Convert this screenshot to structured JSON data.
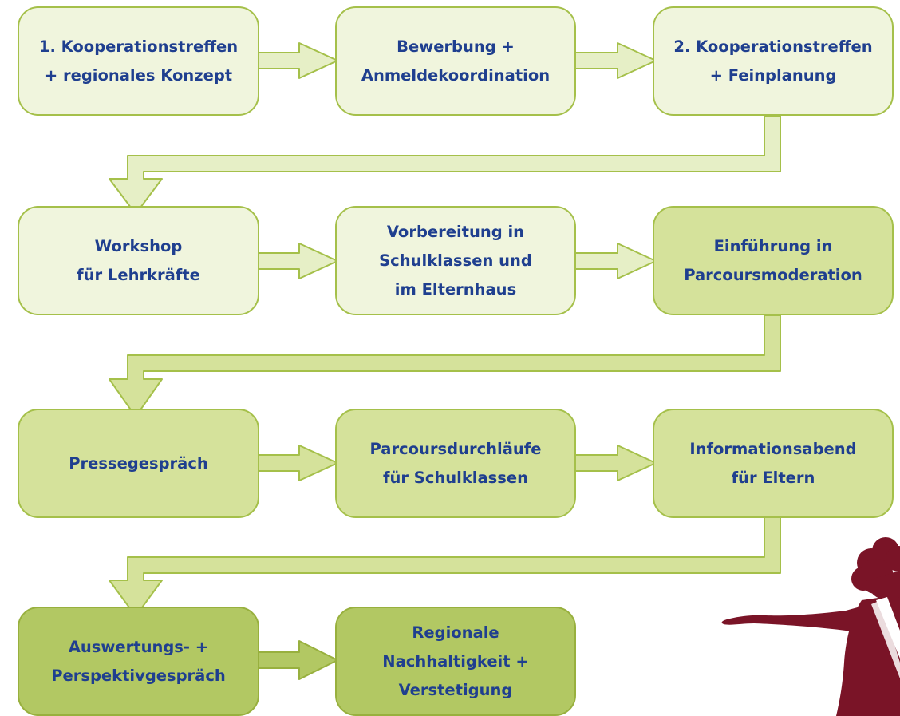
{
  "colors": {
    "text": "#1f3f8f",
    "box_light": "#f0f5dd",
    "box_mid": "#d5e29b",
    "box_dark": "#b2c863",
    "border": "#a5c04a",
    "figure": "#7a1427"
  },
  "rows": [
    {
      "boxes": [
        {
          "label": "1. Kooperationstreffen\n+ regionales Konzept"
        },
        {
          "label": "Bewerbung +\nAnmeldekoordination"
        },
        {
          "label": "2. Kooperationstreffen\n+ Feinplanung"
        }
      ]
    },
    {
      "boxes": [
        {
          "label": "Workshop\nfür Lehrkräfte"
        },
        {
          "label": "Vorbereitung in\nSchulklassen und\nim Elternhaus"
        },
        {
          "label": "Einführung in\nParcoursmoderation"
        }
      ]
    },
    {
      "boxes": [
        {
          "label": "Pressegespräch"
        },
        {
          "label": "Parcoursdurchläufe\nfür Schulklassen"
        },
        {
          "label": "Informationsabend\nfür Eltern"
        }
      ]
    },
    {
      "boxes": [
        {
          "label": "Auswertungs- +\nPerspektivgespräch"
        },
        {
          "label": "Regionale\nNachhaltigkeit +\nVerstetigung"
        }
      ]
    }
  ],
  "decoration": {
    "icon": "person-pointing-icon"
  }
}
